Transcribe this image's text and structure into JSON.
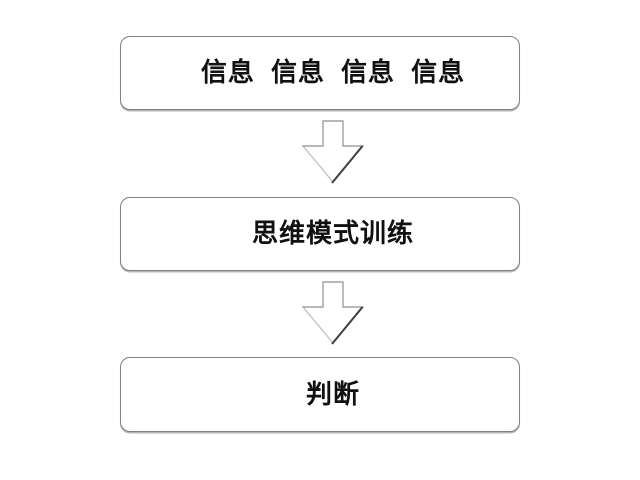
{
  "diagram": {
    "type": "flowchart",
    "direction": "top-down",
    "nodes": [
      {
        "id": "information",
        "label": "信息 信息 信息 信息"
      },
      {
        "id": "thinking-mode-training",
        "label": "思维模式训练"
      },
      {
        "id": "judgment",
        "label": "判断"
      }
    ],
    "connectors": [
      {
        "from": "information",
        "to": "thinking-mode-training",
        "shape": "hollow-block-arrow-down"
      },
      {
        "from": "thinking-mode-training",
        "to": "judgment",
        "shape": "hollow-block-arrow-down"
      }
    ],
    "colors": {
      "background": "#ffffff",
      "node_fill": "#ffffff",
      "node_border": "#828282",
      "text": "#111111",
      "arrow_outline": "#8f8f8f",
      "arrow_shade_dark": "#3f3f3f",
      "arrow_shade_light": "#c9c9c9"
    }
  }
}
